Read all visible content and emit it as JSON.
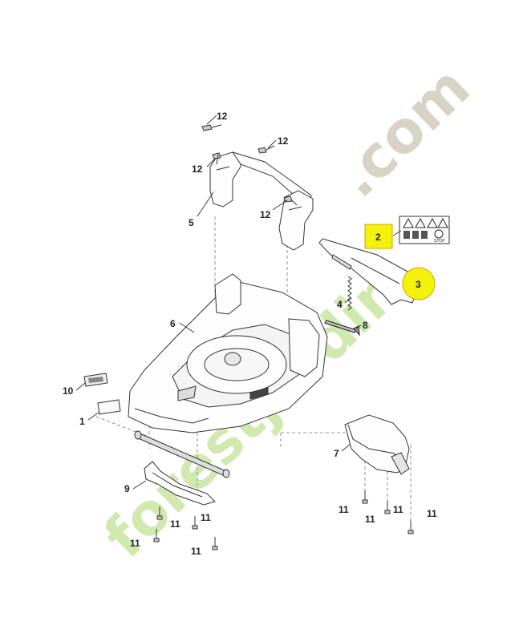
{
  "diagram": {
    "part_labels": {
      "p1": "1",
      "p2": "2",
      "p3": "3",
      "p4": "4",
      "p5": "5",
      "p6": "6",
      "p7": "7",
      "p8": "8",
      "p9": "9",
      "p10": "10",
      "p11": "11",
      "p12": "12"
    },
    "sticker_text": "STOP",
    "highlight_color": "#f5f20a",
    "highlight_border": "#c9a800"
  },
  "watermark": {
    "text_green": "forestjardin",
    "text_gray": ".com",
    "green_color": "#c8e6a0",
    "gray_color": "#d2ccbc",
    "orange_color": "#f7c27a"
  }
}
